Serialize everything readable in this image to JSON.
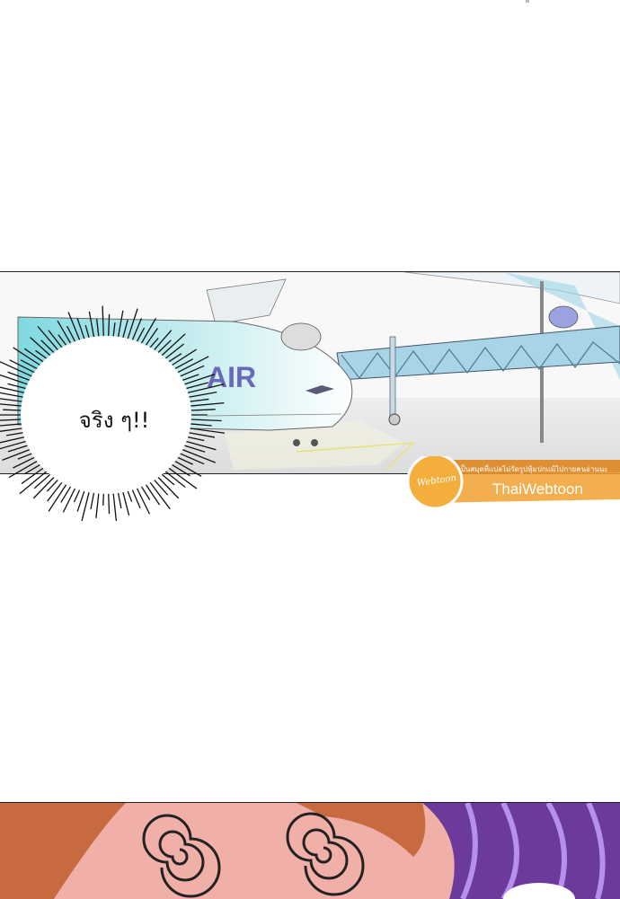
{
  "speech_bubble": {
    "text": "จริง ๆ!!"
  },
  "airplane": {
    "livery_text": "AIR"
  },
  "watermark": {
    "tagline": "เป็นสมุดที่แปลไม่รัดรูปหุ้มปกแม้ไปกายคนอ่านนะ",
    "brand": "ThaiWebtoon",
    "logo_text": "Webtoon"
  },
  "colors": {
    "sky": "#f7f7f7",
    "fuselage_tint": "#8fe0e6",
    "livery_text": "#6a68b8",
    "jetbridge": "#7cb4d0",
    "watermark_orange": "#f0a030",
    "face_hair": "#c86a40",
    "face_skin": "#f0b0a8",
    "face_bg": "#5a2d6a"
  }
}
